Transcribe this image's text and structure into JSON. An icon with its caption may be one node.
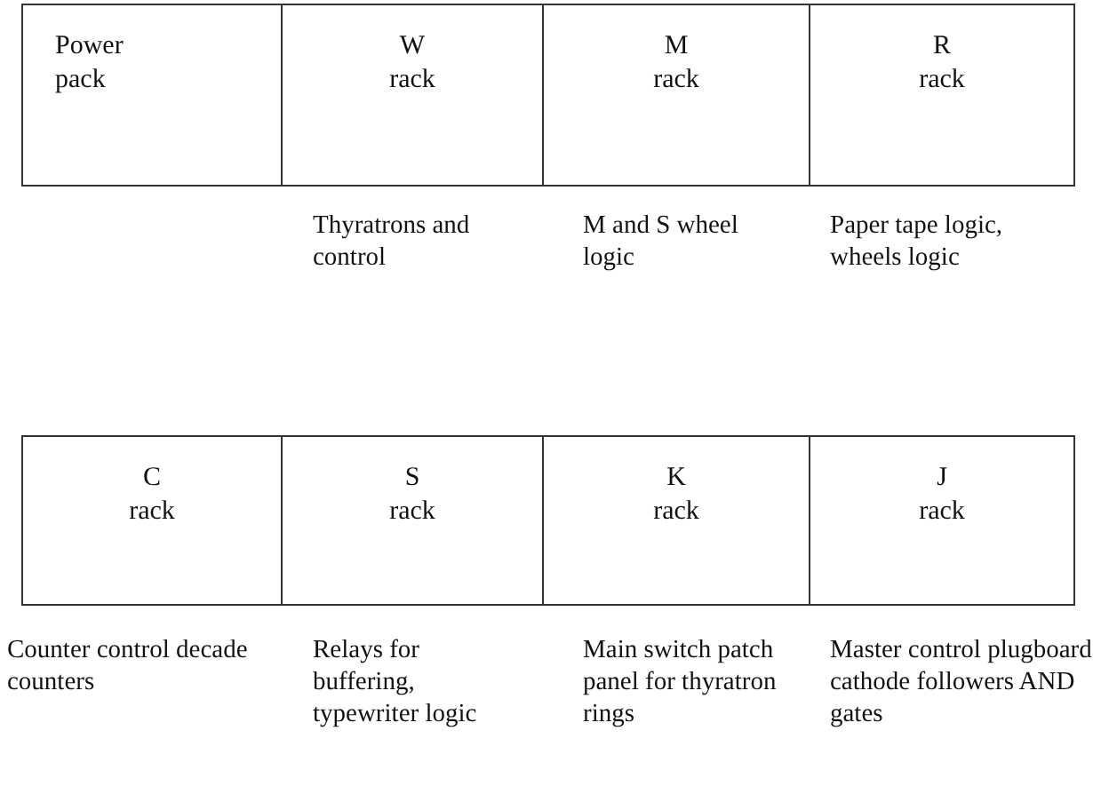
{
  "diagram": {
    "nodes": [
      {
        "text": [
          "Power pack"
        ]
      },
      {
        "text": [
          "W rack"
        ],
        "beside": [
          "Thyratrons and control"
        ]
      },
      {
        "text": [
          "M rack"
        ],
        "beside": [
          "M and S wheel logic"
        ]
      },
      {
        "text": [
          "R rack"
        ],
        "beside": [
          "Paper tape logic, wheels logic"
        ]
      },
      {
        "text": [
          "C rack"
        ],
        "beside": [
          "Counter control decade counters"
        ]
      },
      {
        "text": [
          "S rack"
        ],
        "beside": [
          "Relays for buffering, typewriter logic"
        ]
      },
      {
        "text": [
          "K rack"
        ],
        "beside": [
          "Main switch patch panel for thyratron rings"
        ]
      },
      {
        "text": [
          "J rack"
        ],
        "beside": [
          "Master control plugboard cathode followers AND gates"
        ]
      }
    ]
  }
}
